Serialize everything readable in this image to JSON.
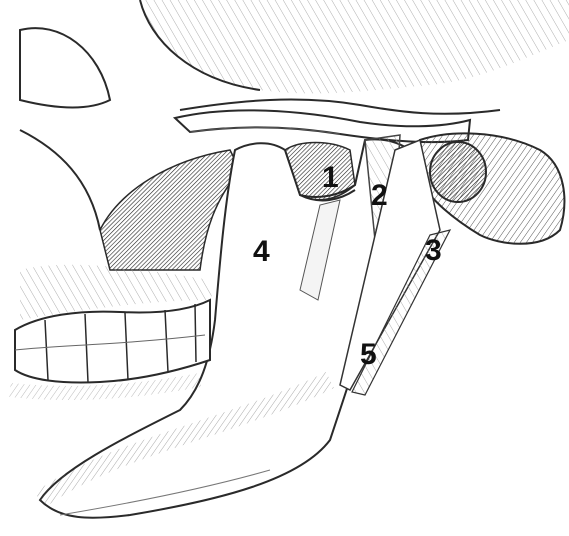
{
  "figure": {
    "description_labels": [
      "1",
      "2",
      "3",
      "4",
      "5"
    ],
    "label_color": "#111111",
    "ink_color": "#2a2a2a",
    "paper_color": "#ffffff"
  }
}
